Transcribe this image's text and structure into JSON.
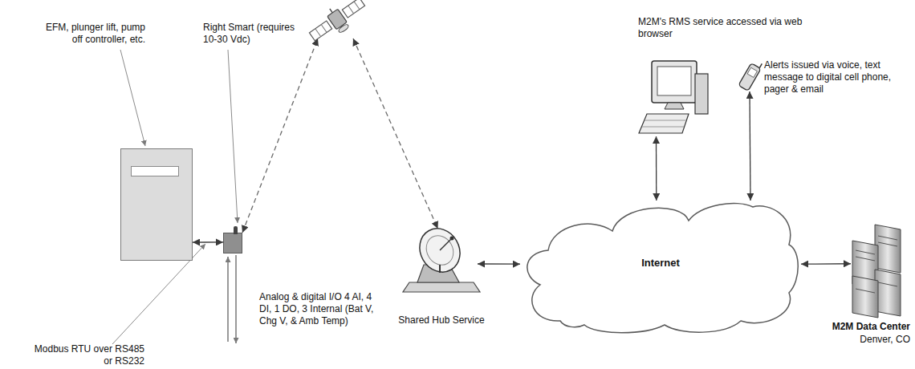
{
  "diagram": {
    "nodes": [
      {
        "text": [
          "EFM, plunger lift, pump off controller, etc."
        ]
      },
      {
        "text": [
          "Right Smart (requires 10-30 Vdc)",
          "Analog & digital I/O 4 AI, 4 DI, 1 DO, 3 Internal (Bat V, Chg V, & Amb Temp)"
        ]
      },
      {
        "text": []
      },
      {
        "text": [
          "Shared Hub Service"
        ]
      },
      {
        "text": [
          "Internet"
        ]
      },
      {
        "text": [
          "M2M's RMS service accessed via web browser"
        ]
      },
      {
        "text": [
          "Alerts issued via voice, text message to digital cell phone, pager & email"
        ]
      },
      {
        "text": [
          "M2M Data Center",
          "Denver, CO"
        ]
      }
    ],
    "edges": [
      {
        "from": 0,
        "to": 1,
        "arrow": "both",
        "label": "Modbus RTU over RS485 or RS232"
      },
      {
        "from": 1,
        "to": 2,
        "arrow": "both"
      },
      {
        "from": 2,
        "to": 3,
        "arrow": "both"
      },
      {
        "from": 3,
        "to": 4,
        "arrow": "both"
      },
      {
        "from": 5,
        "to": 4,
        "arrow": "both"
      },
      {
        "from": 6,
        "to": 4,
        "arrow": "both"
      },
      {
        "from": 4,
        "to": 7,
        "arrow": "both"
      }
    ]
  }
}
